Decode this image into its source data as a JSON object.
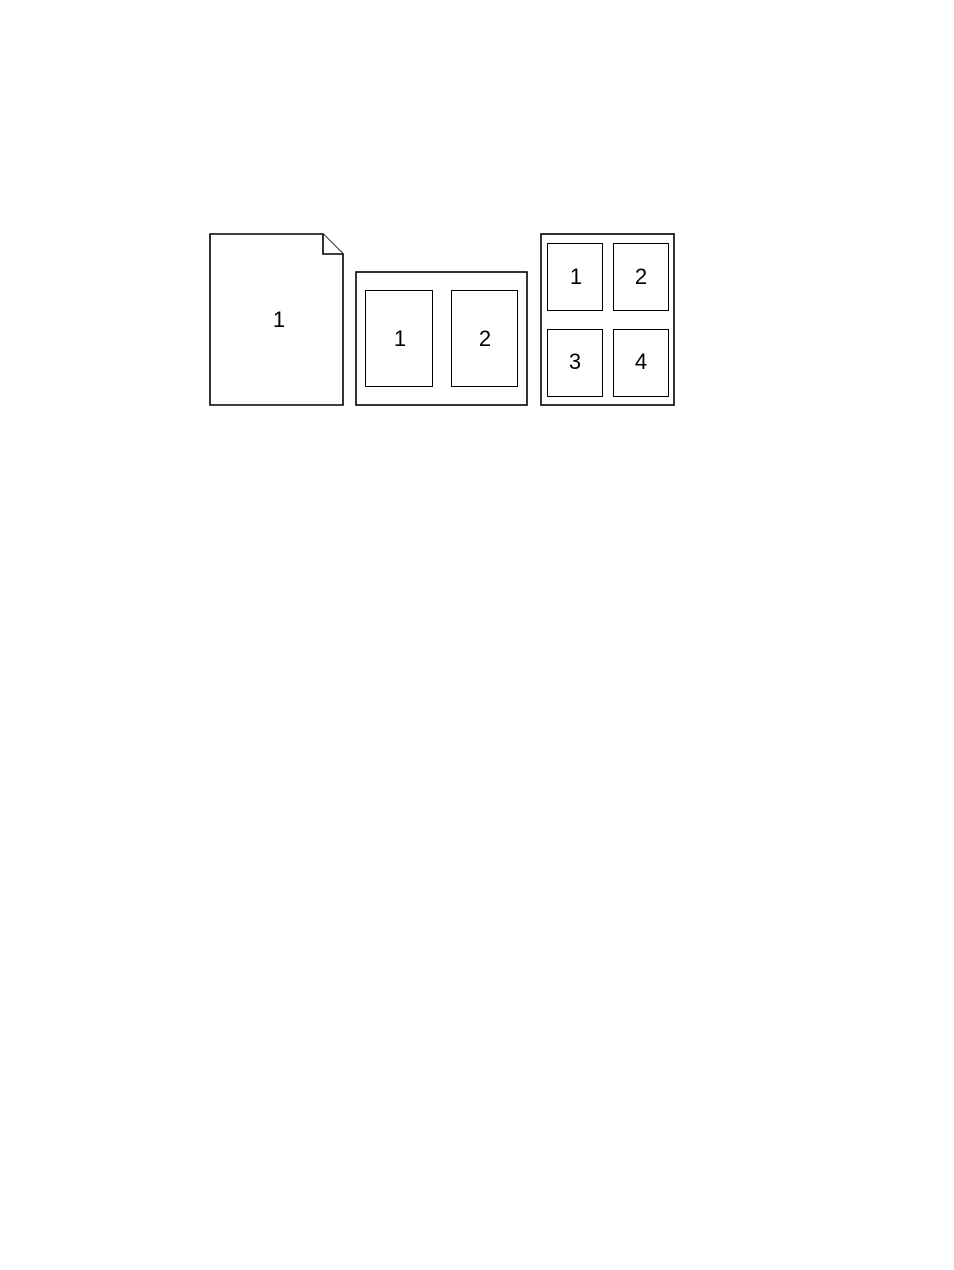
{
  "diagram": {
    "single_page": {
      "label": "1"
    },
    "two_up": {
      "labels": [
        "1",
        "2"
      ]
    },
    "four_up": {
      "labels": [
        "1",
        "2",
        "3",
        "4"
      ]
    }
  },
  "colors": {
    "line": "#000000",
    "background": "#ffffff"
  }
}
